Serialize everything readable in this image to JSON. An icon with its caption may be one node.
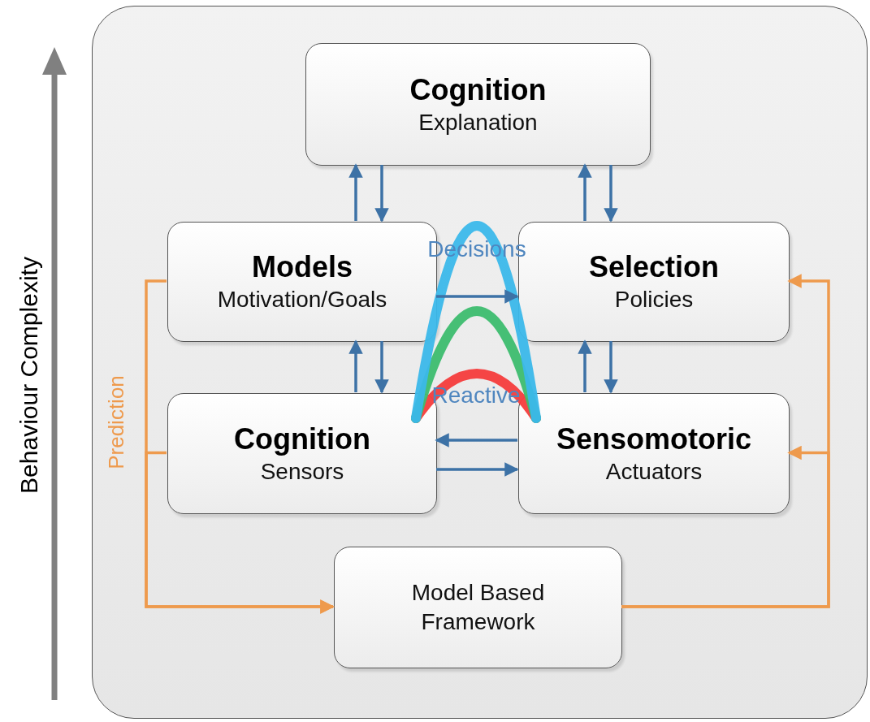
{
  "diagram": {
    "nodes": [
      {
        "text": [],
        "shape": "box"
      },
      {
        "text": [
          "Cognition",
          "Explanation"
        ],
        "in": 0
      },
      {
        "text": [
          "Models",
          "Motivation/Goals"
        ],
        "in": 0
      },
      {
        "text": [
          "Selection",
          "Policies"
        ],
        "in": 0
      },
      {
        "text": [
          "Cognition",
          "Sensors"
        ],
        "in": 0
      },
      {
        "text": [
          "Sensomotoric",
          "Actuators"
        ],
        "in": 0
      },
      {
        "text": [
          "Model Based Framework"
        ],
        "in": 0
      }
    ],
    "edges": [
      {
        "from": 2,
        "to": 1,
        "arrow": "to"
      },
      {
        "from": 1,
        "to": 2,
        "arrow": "to"
      },
      {
        "from": 3,
        "to": 1,
        "arrow": "to"
      },
      {
        "from": 1,
        "to": 3,
        "arrow": "to"
      },
      {
        "from": 4,
        "to": 2,
        "arrow": "to"
      },
      {
        "from": 2,
        "to": 4,
        "arrow": "to"
      },
      {
        "from": 5,
        "to": 3,
        "arrow": "to"
      },
      {
        "from": 3,
        "to": 5,
        "arrow": "to"
      },
      {
        "from": 2,
        "to": 3,
        "arrow": "to"
      },
      {
        "from": 5,
        "to": 4,
        "arrow": "to"
      },
      {
        "from": 4,
        "to": 5,
        "arrow": "to"
      },
      {
        "from": 2,
        "to": 6,
        "arrow": "to",
        "color": "#ee9a4d"
      },
      {
        "from": 4,
        "to": 6,
        "arrow": "to",
        "color": "#ee9a4d"
      },
      {
        "from": 6,
        "to": 3,
        "arrow": "to",
        "color": "#ee9a4d"
      },
      {
        "from": 6,
        "to": 5,
        "arrow": "to",
        "color": "#ee9a4d"
      }
    ],
    "labels": [
      "Behaviour Complexity",
      "Prediction",
      "Decisions",
      "Reactive"
    ]
  }
}
